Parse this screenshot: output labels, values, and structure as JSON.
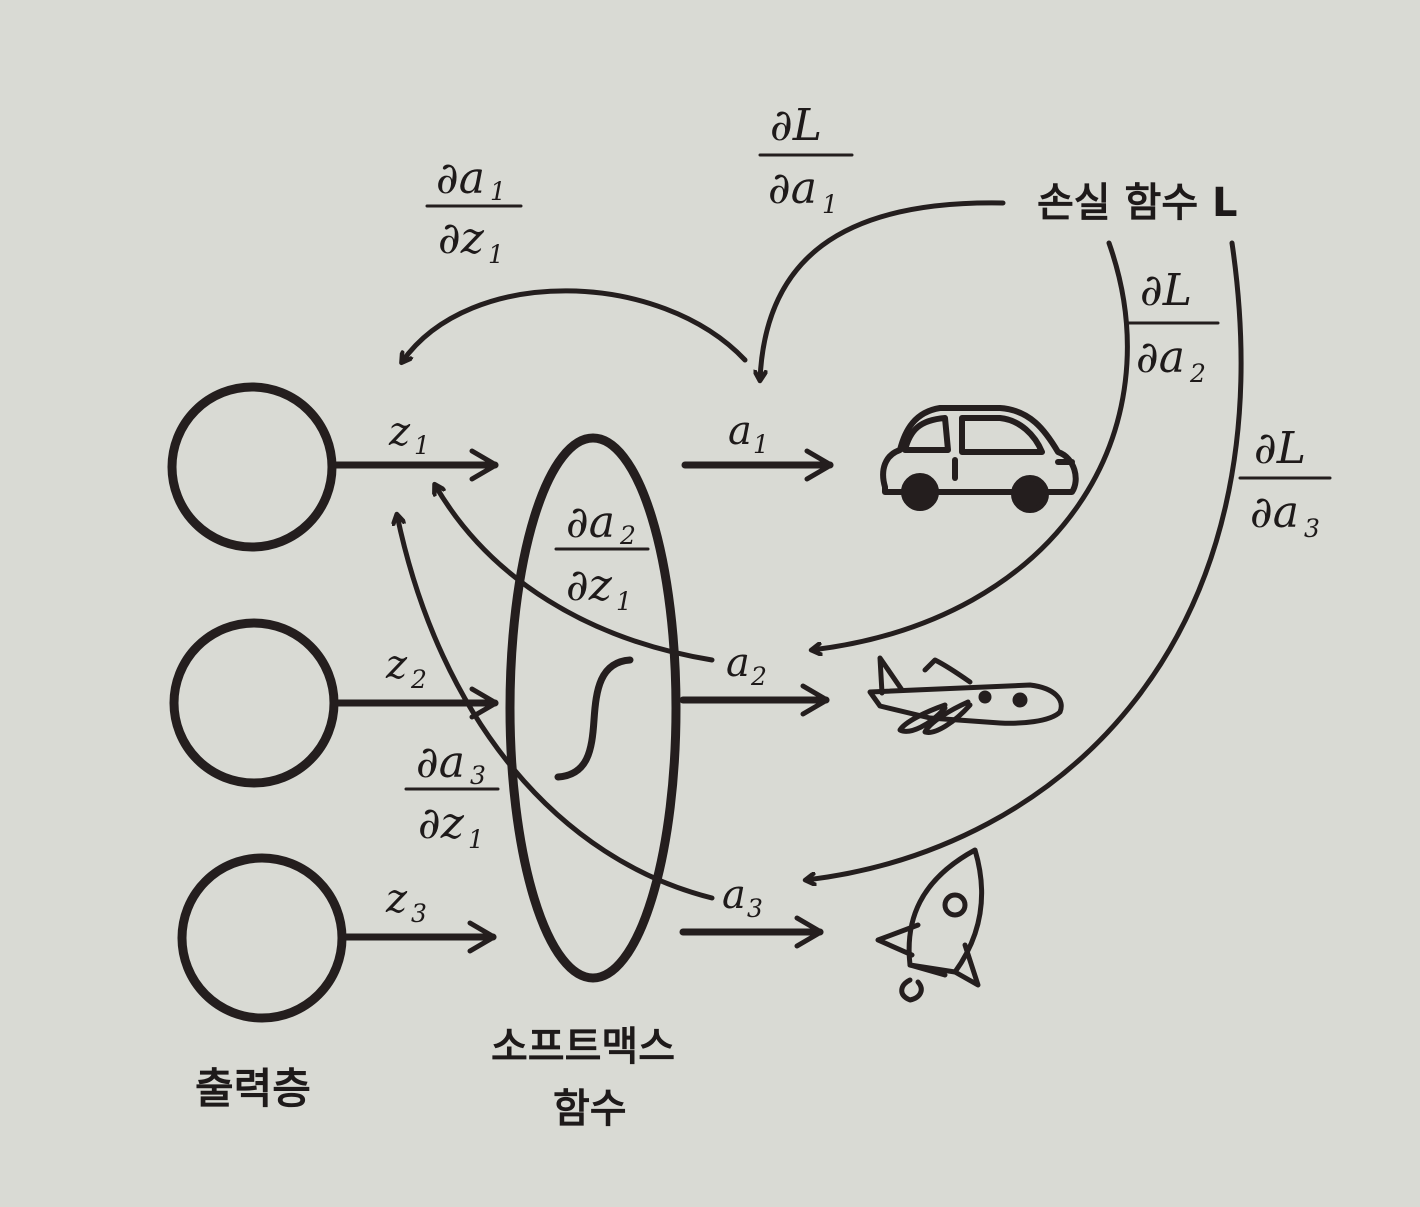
{
  "labels": {
    "output_layer": "출력층",
    "softmax_line1": "소프트맥스",
    "softmax_line2": "함수",
    "loss": "손실 함수 L"
  },
  "inputs": {
    "z1": "z",
    "z1_sub": "1",
    "z2": "z",
    "z2_sub": "2",
    "z3": "z",
    "z3_sub": "3"
  },
  "outputs": {
    "a1": "a",
    "a1_sub": "1",
    "a2": "a",
    "a2_sub": "2",
    "a3": "a",
    "a3_sub": "3"
  },
  "gradients": {
    "dL_da1": {
      "num": "∂L",
      "den": "∂a",
      "den_sub": "1"
    },
    "dL_da2": {
      "num": "∂L",
      "den": "∂a",
      "den_sub": "2"
    },
    "dL_da3": {
      "num": "∂L",
      "den": "∂a",
      "den_sub": "3"
    },
    "da1_dz1": {
      "num": "∂a",
      "num_sub": "1",
      "den": "∂z",
      "den_sub": "1"
    },
    "da2_dz1": {
      "num": "∂a",
      "num_sub": "2",
      "den": "∂z",
      "den_sub": "1"
    },
    "da3_dz1": {
      "num": "∂a",
      "num_sub": "3",
      "den": "∂z",
      "den_sub": "1"
    }
  },
  "classes": [
    "car-icon",
    "airplane-icon",
    "rocket-icon"
  ],
  "colors": {
    "ink": "#241e1e",
    "paper": "#d9dad4"
  }
}
